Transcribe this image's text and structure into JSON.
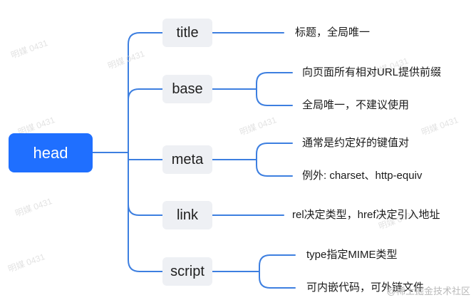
{
  "diagram": {
    "root": {
      "label": "head"
    },
    "branches": [
      {
        "label": "title",
        "notes": [
          "标题，全局唯一"
        ]
      },
      {
        "label": "base",
        "notes": [
          "向页面所有相对URL提供前缀",
          "全局唯一，不建议使用"
        ]
      },
      {
        "label": "meta",
        "notes": [
          "通常是约定好的键值对",
          "例外: charset、http-equiv"
        ]
      },
      {
        "label": "link",
        "notes": [
          "rel决定类型，href决定引入地址"
        ]
      },
      {
        "label": "script",
        "notes": [
          "type指定MIME类型",
          "可内嵌代码，可外链文件"
        ]
      }
    ],
    "watermark": "明媒 0431",
    "footer_watermark": "@稀土掘金技术社区",
    "colors": {
      "line": "#3d7fe0",
      "root_bg": "#1f6fff",
      "branch_bg": "#eef0f4"
    }
  }
}
